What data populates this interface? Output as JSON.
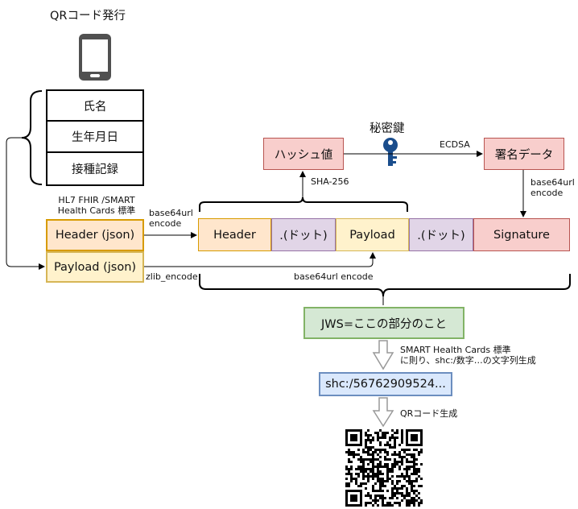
{
  "title": "QRコード発行",
  "personal": {
    "rows": [
      "氏名",
      "生年月日",
      "接種記録"
    ]
  },
  "standard_label": {
    "line1": "HL7 FHIR /SMART",
    "line2": "Health Cards 標準"
  },
  "source": {
    "header": "Header (json)",
    "payload": "Payload (json)"
  },
  "encodings": {
    "b64_line1": "base64url",
    "b64_line2": "encode",
    "zlib": "zlib_encode",
    "b64_full": "base64url encode",
    "sha": "SHA-256",
    "ecdsa": "ECDSA",
    "sig_b64_line1": "base64url",
    "sig_b64_line2": "encode"
  },
  "jws_parts": {
    "header": "Header",
    "dot1": ".(ドット)",
    "payload": "Payload",
    "dot2": ".(ドット)",
    "signature": "Signature"
  },
  "hash": "ハッシュ値",
  "private_key": "秘密鍵",
  "signed": "署名データ",
  "jws": "JWS=ここの部分のこと",
  "shc_note": {
    "line1": "SMART Health Cards 標準",
    "line2": "に則り、shc:/数字…の文字列生成"
  },
  "shc_value": "shc:/56762909524...",
  "qr_label": "QRコード生成",
  "colors": {
    "orange_fill": "#ffe6cc",
    "orange_stroke": "#d79b00",
    "yellow_fill": "#fff2cc",
    "yellow_stroke": "#d6b656",
    "purple_fill": "#e1d5e7",
    "purple_stroke": "#9673a6",
    "red_fill": "#f8cecc",
    "red_stroke": "#b85450",
    "green_fill": "#d5e8d4",
    "green_stroke": "#82b366",
    "blue_fill": "#dae8fc",
    "blue_stroke": "#6c8ebf",
    "key_blue": "#1a4d8c"
  }
}
